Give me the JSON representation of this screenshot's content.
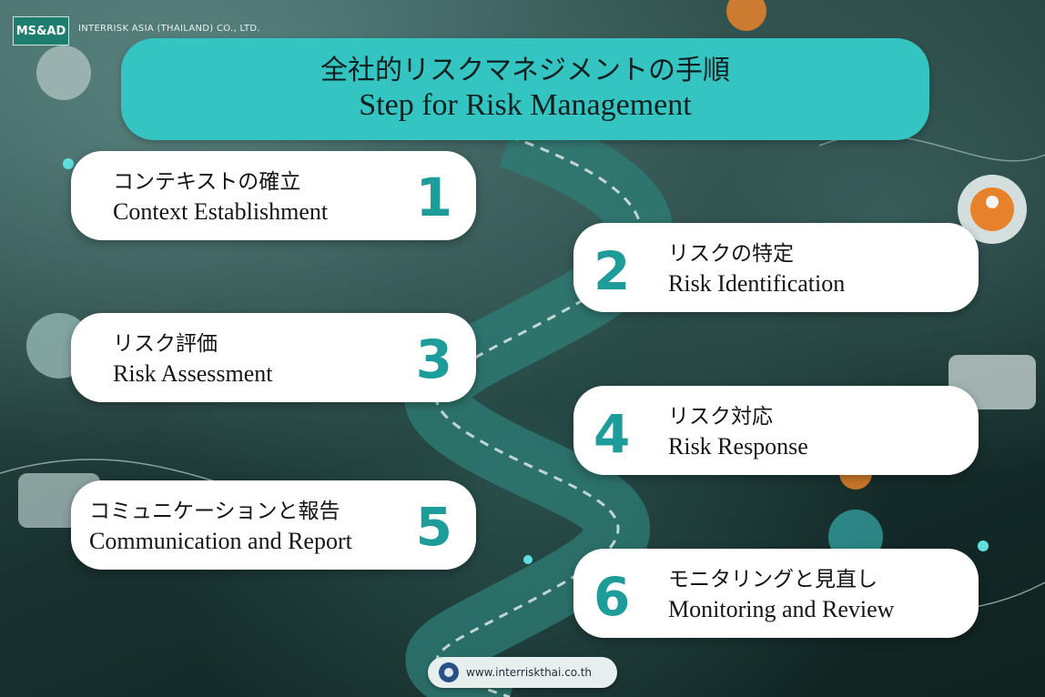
{
  "header": {
    "logo": "MS&AD",
    "company": "INTERRISK ASIA (THAILAND) CO., LTD."
  },
  "title": {
    "japanese": "全社的リスクマネジメントの手順",
    "english": "Step for Risk Management"
  },
  "steps": [
    {
      "number": "1",
      "japanese": "コンテキストの確立",
      "english": "Context Establishment"
    },
    {
      "number": "2",
      "japanese": "リスクの特定",
      "english": "Risk Identification"
    },
    {
      "number": "3",
      "japanese": "リスク評価",
      "english": "Risk Assessment"
    },
    {
      "number": "4",
      "japanese": "リスク対応",
      "english": "Risk Response"
    },
    {
      "number": "5",
      "japanese": "コミュニケーションと報告",
      "english": "Communication and Report"
    },
    {
      "number": "6",
      "japanese": "モニタリングと見直し",
      "english": "Monitoring and Review"
    }
  ],
  "footer": {
    "url": "www.interriskthai.co.th",
    "icon": "globe-icon"
  },
  "colors": {
    "accent": "#34c5c2",
    "number": "#1e9c9a",
    "card": "#ffffff"
  }
}
